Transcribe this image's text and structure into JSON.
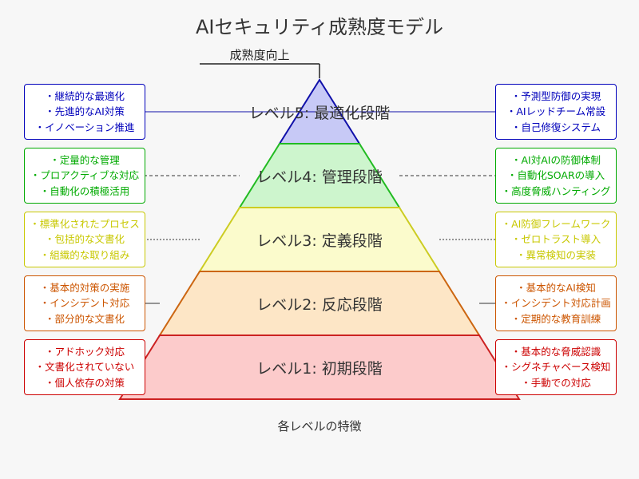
{
  "title": "AIセキュリティ成熟度モデル",
  "progress_label": "成熟度向上",
  "footer": "各レベルの特徴",
  "levels": [
    {
      "label": "レベル5: 最適化段階",
      "color": "#0000bb",
      "fill": "#c7c9f6",
      "stroke": "#1010aa",
      "left_items": [
        "・継続的な最適化",
        "・先進的なAI対策",
        "・イノベーション推進"
      ],
      "right_items": [
        "・予測型防御の実現",
        "・AIレッドチーム常設",
        "・自己修復システム"
      ]
    },
    {
      "label": "レベル4: 管理段階",
      "color": "#00aa00",
      "fill": "#cdf5cd",
      "stroke": "#22bb22",
      "left_items": [
        "・定量的な管理",
        "・プロアクティブな対応",
        "・自動化の積極活用"
      ],
      "right_items": [
        "・AI対AIの防御体制",
        "・自動化SOARの導入",
        "・高度脅威ハンティング"
      ]
    },
    {
      "label": "レベル3: 定義段階",
      "color": "#c8c800",
      "fill": "#fbfbcc",
      "stroke": "#cccc22",
      "left_items": [
        "・標準化されたプロセス",
        "・包括的な文書化",
        "・組織的な取り組み"
      ],
      "right_items": [
        "・AI防御フレームワーク",
        "・ゼロトラスト導入",
        "・異常検知の実装"
      ]
    },
    {
      "label": "レベル2: 反応段階",
      "color": "#cc5500",
      "fill": "#fde6c6",
      "stroke": "#cc6611",
      "left_items": [
        "・基本的対策の実施",
        "・インシデント対応",
        "・部分的な文書化"
      ],
      "right_items": [
        "・基本的なAI検知",
        "・インシデント対応計画",
        "・定期的な教育訓練"
      ]
    },
    {
      "label": "レベル1: 初期段階",
      "color": "#cc0000",
      "fill": "#fccbcb",
      "stroke": "#cc2222",
      "left_items": [
        "・アドホック対応",
        "・文書化されていない",
        "・個人依存の対策"
      ],
      "right_items": [
        "・基本的な脅威認識",
        "・シグネチャベース検知",
        "・手動での対応"
      ]
    }
  ]
}
